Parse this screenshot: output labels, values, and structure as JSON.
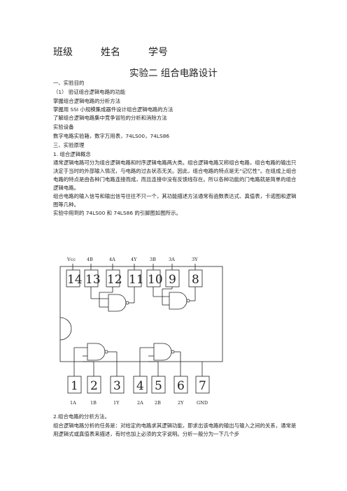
{
  "header": {
    "class_label": "班级",
    "name_label": "姓名",
    "id_label": "学号"
  },
  "title": "实验二  组合电路设计",
  "lines": [
    "一、实验目的",
    "（1）   验证组合逻辑电路的功能",
    "掌握组合逻辑电路的分析方法",
    "掌握用 SSI 小规模集成器件设计组合逻辑电路的方法",
    "了解组合逻辑电路集中竞争冒险的分析和消除方法",
    "实验设备",
    "  数字电路实验箱，数字万用表，74LS00，74LS86",
    "三、实验原理",
    "1. 组合逻辑概念"
  ],
  "para1": "    通常逻辑电路可分为组合逻辑电路和时序逻辑电路两大类。组合逻辑电路又称组合电路，组合电路的输出只决定于当时的外部输入情况，与电路的过去状态无关。因此，组合电路的特点是无“记忆性”。在组成上组合电路的特点是由各种门电路连接而成，而且连接中没有反馈线存在。所以各种功能的门电路就是简单的组合逻辑电路。",
  "para2": "    组合电路的输入信号和输出信号往往不只一个，其功能描述方法通常有函数表达式、真值表，卡诺图和逻辑图等几种。",
  "para3": "实验中用到的 74LS00 和 74LS86 的引脚图如图所示。",
  "chip": {
    "top_labels": [
      "Vcc",
      "4B",
      "4A",
      "4Y",
      "3B",
      "3A",
      "3Y"
    ],
    "top_pins": [
      "14",
      "13",
      "12",
      "11",
      "10",
      "9",
      "8"
    ],
    "bottom_pins": [
      "1",
      "2",
      "3",
      "4",
      "5",
      "6",
      "7"
    ],
    "bottom_labels": [
      "1A",
      "1B",
      "1Y",
      "2A",
      "2B",
      "2Y",
      "GND"
    ]
  },
  "section2_title": "2.组合电路的分析方法。",
  "para4": "    组合逻辑电路分析的任务是：对给定的电路求其逻辑功能，即求出该电路的输出与输入之间的关系，通常是用逻辑式或真值表来描述，有时也加上必须的文字说明。分析一般分为一下几个步"
}
